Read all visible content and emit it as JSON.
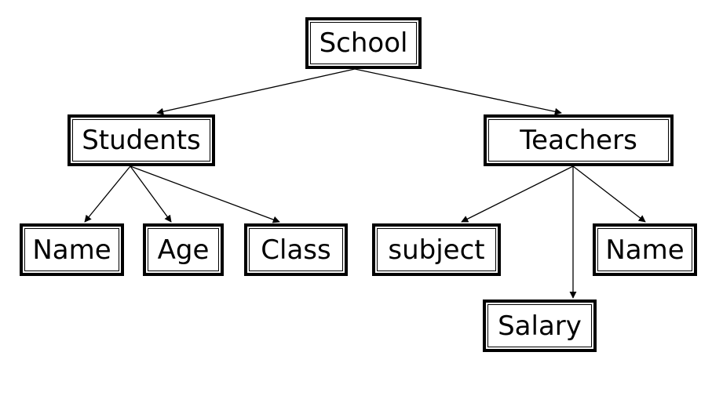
{
  "nodes": {
    "school": "School",
    "students": "Students",
    "teachers": "Teachers",
    "student_name": "Name",
    "student_age": "Age",
    "student_class": "Class",
    "teacher_subject": "subject",
    "teacher_name": "Name",
    "teacher_salary": "Salary"
  },
  "edges": [
    {
      "from": "school",
      "to": "students"
    },
    {
      "from": "school",
      "to": "teachers"
    },
    {
      "from": "students",
      "to": "student_name"
    },
    {
      "from": "students",
      "to": "student_age"
    },
    {
      "from": "students",
      "to": "student_class"
    },
    {
      "from": "teachers",
      "to": "teacher_subject"
    },
    {
      "from": "teachers",
      "to": "teacher_salary"
    },
    {
      "from": "teachers",
      "to": "teacher_name"
    }
  ],
  "colors": {
    "stroke": "#000000",
    "background": "#ffffff"
  }
}
